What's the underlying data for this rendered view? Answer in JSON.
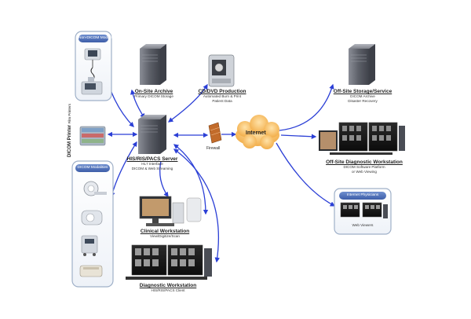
{
  "colors": {
    "arrow": "#2b3fd6",
    "panel_border": "#9fb0c8",
    "panel_header": "#4a6ab3",
    "server": "#6c6f78",
    "cloud": "#f3b24a",
    "firewall": "#c26b2a"
  },
  "panels": {
    "non_dicom": {
      "header": "Non-DICOM Modalities"
    },
    "dicom": {
      "header": "DICOM Modalities"
    },
    "internet_physicians": {
      "header": "Internet Physicians",
      "footer": "Web Viewers"
    }
  },
  "dicom_printer": {
    "title": "DICOM Printer",
    "subtitle": "Film Printers"
  },
  "nodes": {
    "onsite_archive": {
      "title": "On-Site Archive",
      "subtitle": "Primary DICOM Storage"
    },
    "cd_dvd": {
      "title": "CD/DVD Production",
      "sub1": "Automated Burn & Print",
      "sub2": "Patient Data"
    },
    "his_server": {
      "title": "HIS/RIS/PACS Server",
      "sub1": "HL7 Interface",
      "sub2": "DICOM & Web Streaming"
    },
    "firewall": {
      "label": "Firewall"
    },
    "internet": {
      "label": "Internet"
    },
    "offsite_storage": {
      "title": "Off-Site Storage/Service",
      "sub1": "DICOM Archive",
      "sub2": "Disaster Recovery"
    },
    "offsite_workstation": {
      "title": "Off-Site Diagnostic Workstation",
      "sub1": "DICOM Software Platform",
      "sub2": "or Web Viewing"
    },
    "clinical_workstation": {
      "title": "Clinical Workstation",
      "subtitle": "View/Digitize/Scan"
    },
    "diagnostic_workstation": {
      "title": "Diagnostic Workstation",
      "subtitle": "HIS/RIS/PACS Client"
    }
  }
}
